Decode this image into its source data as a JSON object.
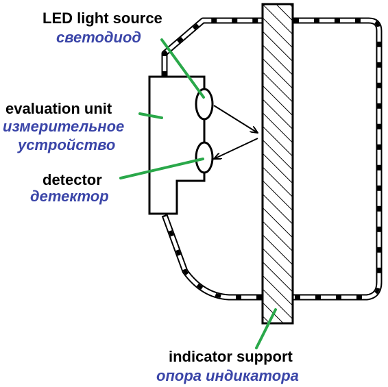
{
  "labels": {
    "led": {
      "en": "LED light source",
      "ru": "светодиод"
    },
    "evaluation": {
      "en": "evaluation unit",
      "ru_line1": "измерительное",
      "ru_line2": "устройство"
    },
    "detector": {
      "en": "detector",
      "ru": "детектор"
    },
    "support": {
      "en": "indicator support",
      "ru": "опора индикатора"
    }
  },
  "colors": {
    "translation_text": "#3a45a8",
    "leader_line": "#2aa84a",
    "outline": "#000000",
    "background": "#ffffff"
  }
}
